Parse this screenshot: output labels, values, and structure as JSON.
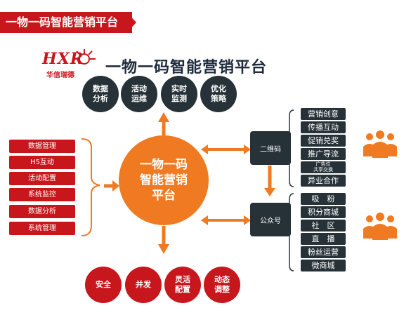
{
  "banner": {
    "title": "一物一码智能营销平台"
  },
  "logo": {
    "text": "HXR",
    "sub": "华信瑞德"
  },
  "header": {
    "title": "一物一码智能营销平台"
  },
  "top_circles": [
    "数据\n分析",
    "活动\n运维",
    "实时\n监测",
    "优化\n策略"
  ],
  "center": {
    "label": "一物一码\n智能营销\n平台"
  },
  "left_items": [
    "数据管理",
    "H5互动",
    "活动配置",
    "系统监控",
    "数据分析",
    "系统管理"
  ],
  "nodes": {
    "qr": "二维码",
    "account": "公众号"
  },
  "qr_tags": [
    "营销创意",
    "传播互动",
    "促销兑奖",
    "推广导流",
    "广告位\n共享交换",
    "异业合作"
  ],
  "account_tags": [
    "吸　粉",
    "积分商城",
    "社　区",
    "直　播",
    "粉丝运营",
    "微商城"
  ],
  "bottom_circles": [
    "安全",
    "并发",
    "灵活\n配置",
    "动态\n调整"
  ],
  "colors": {
    "red": "#c8161d",
    "orange": "#ef7a22",
    "dark": "#263238"
  },
  "icons": [
    "people-group-icon",
    "people-group-icon"
  ]
}
